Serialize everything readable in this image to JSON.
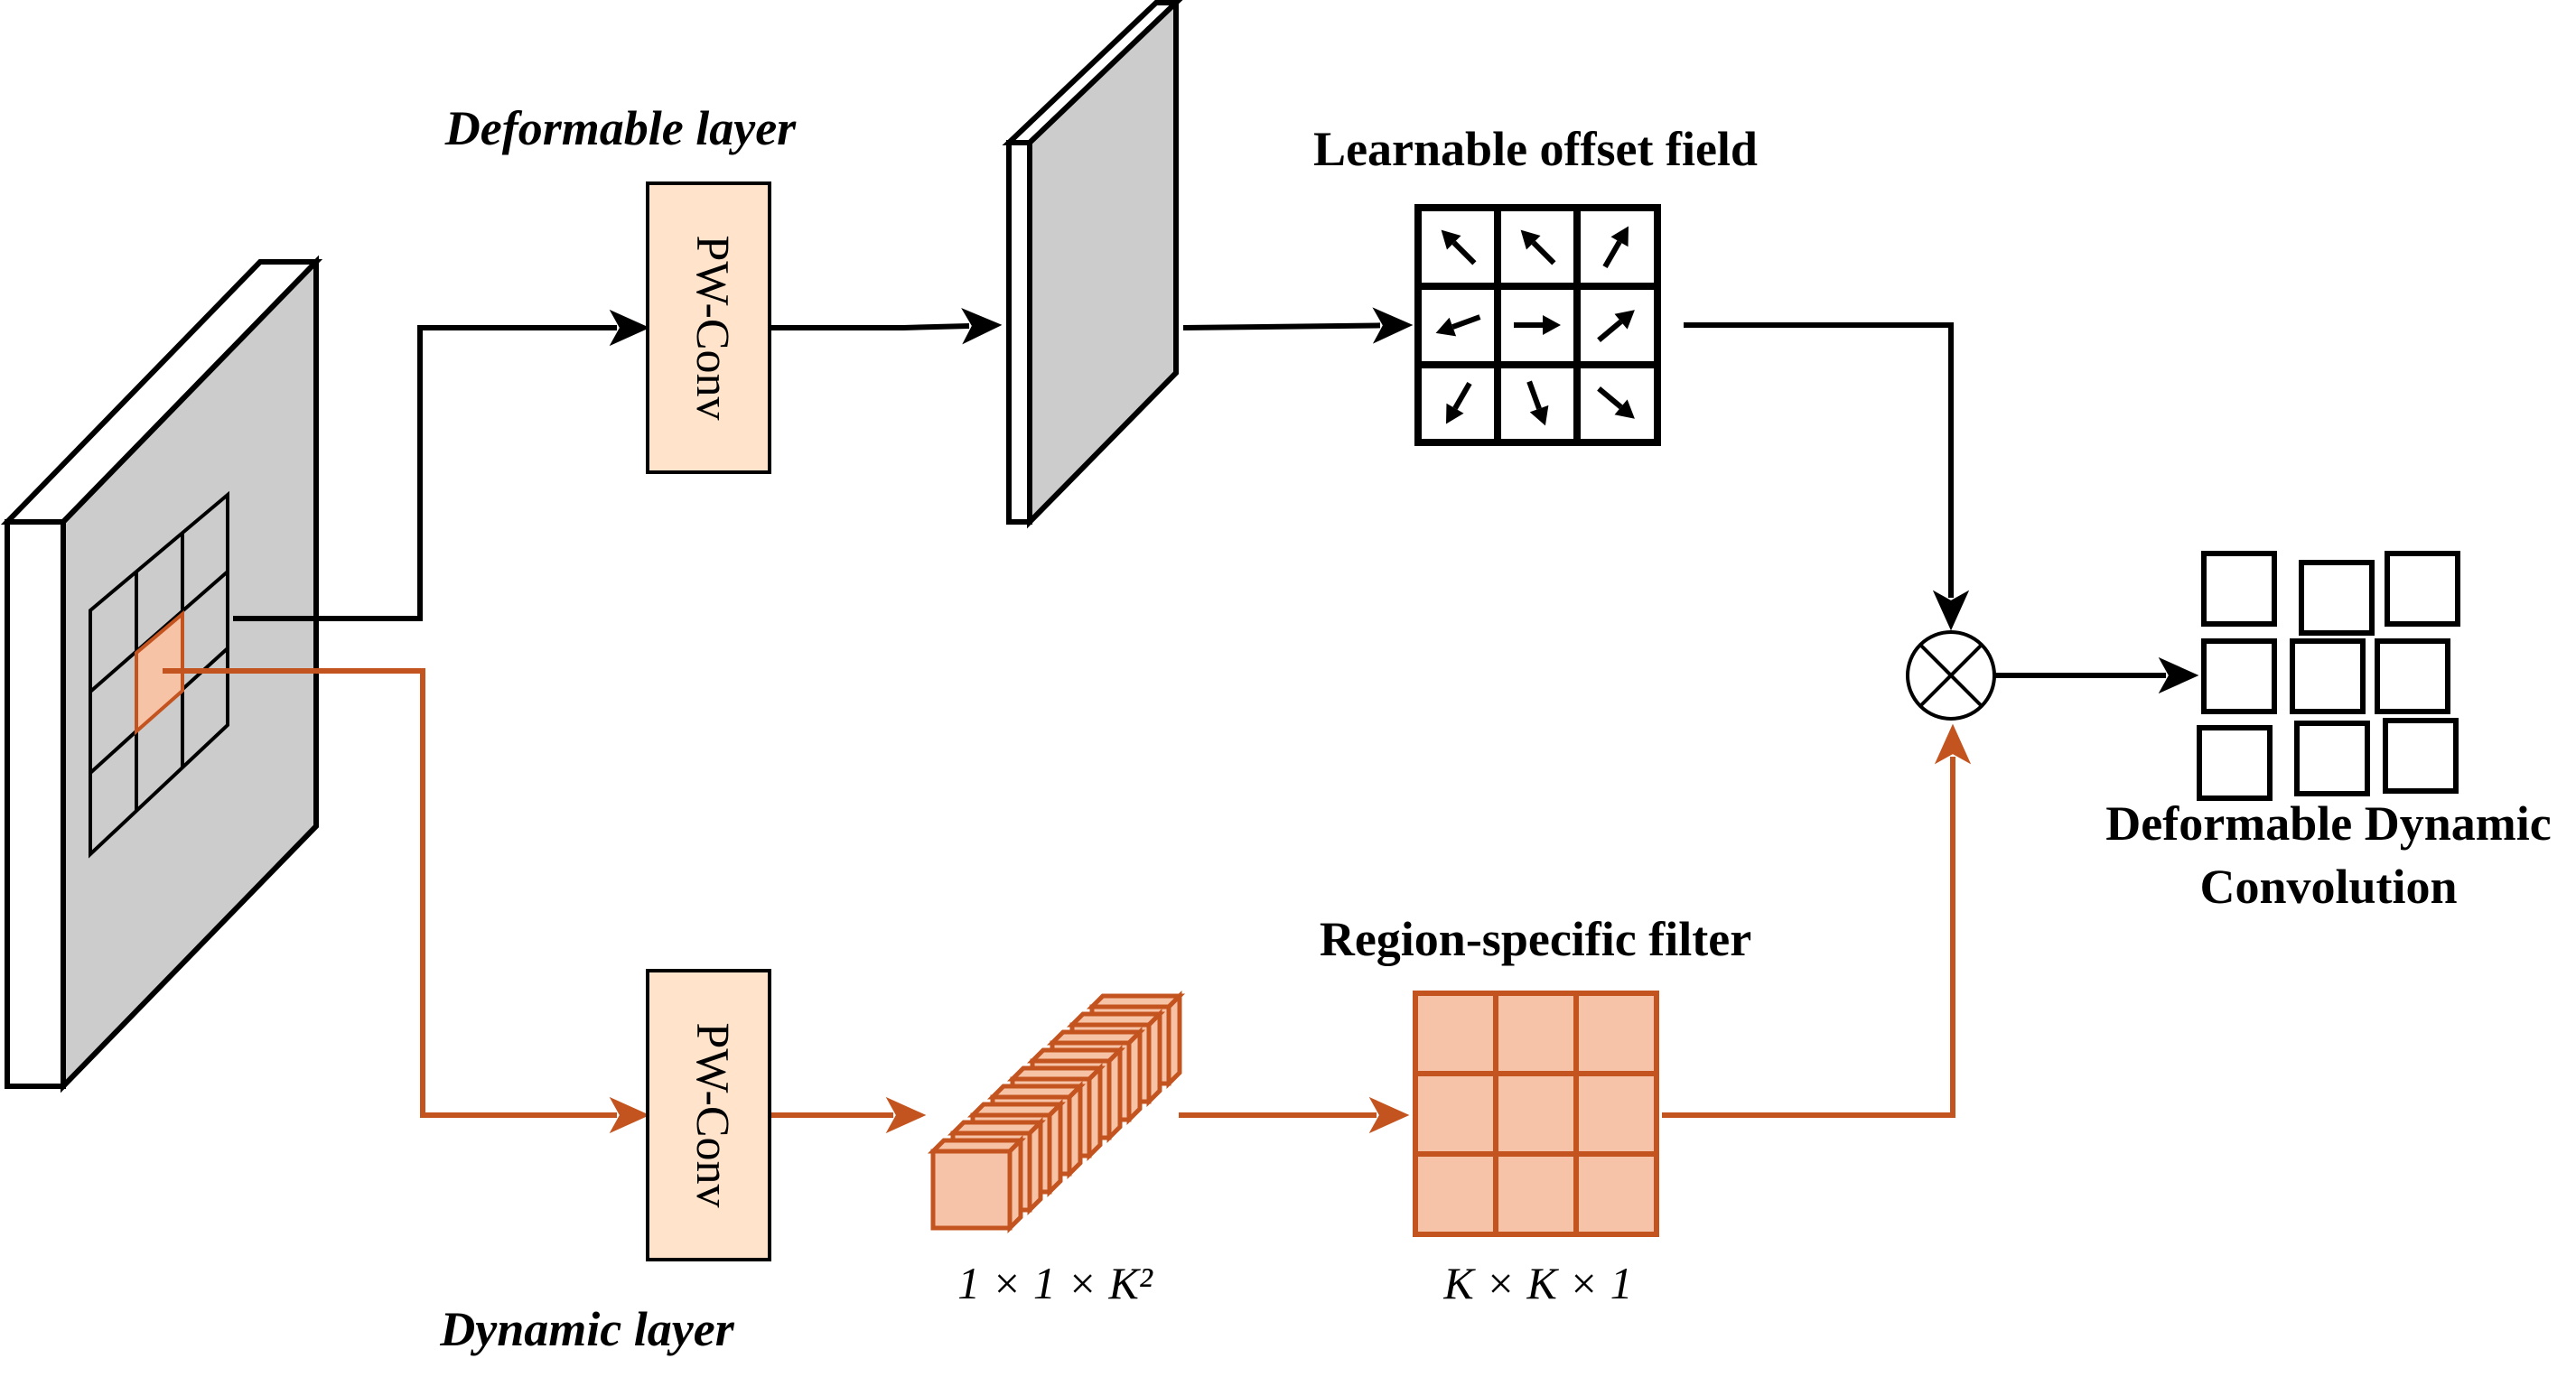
{
  "labels": {
    "deformable_layer": "Deformable layer",
    "dynamic_layer": "Dynamic layer",
    "pw_conv_top": "PW-Conv",
    "pw_conv_bottom": "PW-Conv",
    "offset_field": "Learnable offset field",
    "region_filter": "Region-specific filter",
    "output_line1": "Deformable Dynamic",
    "output_line2": "Convolution",
    "dim_stack": "1 × 1 × K²",
    "dim_filter": "K × K × 1"
  },
  "colors": {
    "black": "#000000",
    "orange": "#C4541F",
    "box_fill": "#FFE3CB",
    "filter_fill": "#F6C3A8",
    "gray": "#CCCCCC",
    "highlight": "#F7C3A6"
  },
  "offset_arrows_deg": [
    -135,
    -135,
    -60,
    160,
    0,
    -40,
    120,
    70,
    40
  ]
}
